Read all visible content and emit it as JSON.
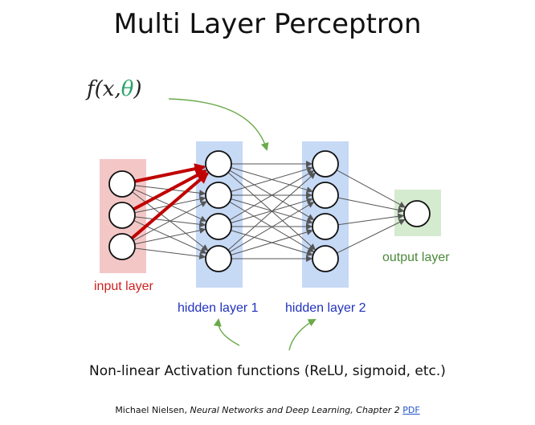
{
  "title": "Multi Layer Perceptron",
  "formula": {
    "f": "f",
    "open": "(",
    "x": "x",
    "comma": ",",
    "theta": "θ",
    "close": ")"
  },
  "layers": {
    "input": {
      "label": "input layer",
      "nodes": 3,
      "color": "#cc2222",
      "bg": "#f4c7c7"
    },
    "hidden1": {
      "label": "hidden layer 1",
      "nodes": 4,
      "color": "#2233bb",
      "bg": "#c6d9f5"
    },
    "hidden2": {
      "label": "hidden layer 2",
      "nodes": 4,
      "color": "#2233bb",
      "bg": "#c6d9f5"
    },
    "output": {
      "label": "output layer",
      "nodes": 1,
      "color": "#4a8a3a",
      "bg": "#d5ebcf"
    }
  },
  "highlight_color": "#c00000",
  "arrow_color": "#6aaa4a",
  "activation_text": "Non-linear Activation functions (ReLU, sigmoid, etc.)",
  "citation": {
    "author": "Michael Nielsen,",
    "book": "Neural Networks and Deep Learning, Chapter 2",
    "link": "PDF"
  }
}
